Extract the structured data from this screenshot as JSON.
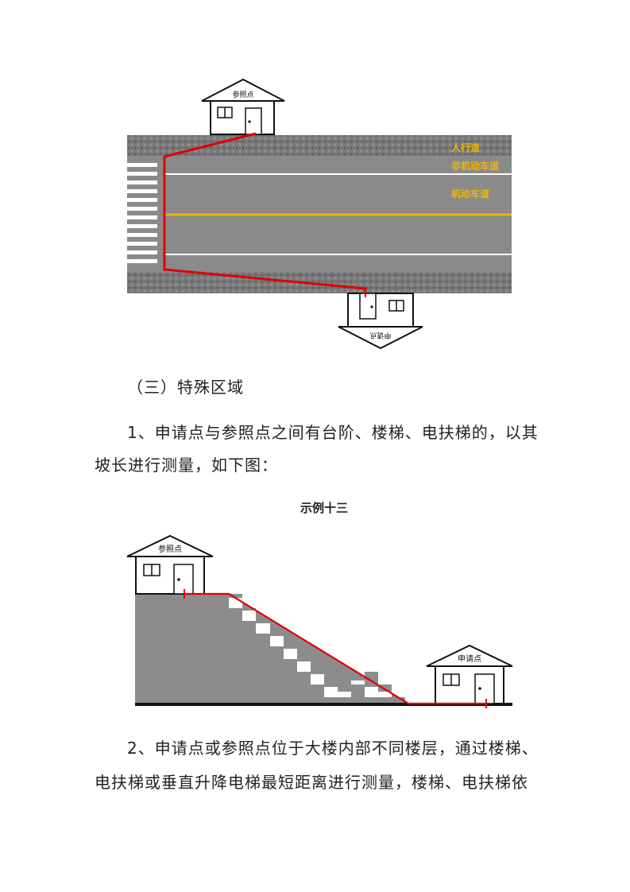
{
  "figure1": {
    "reference_house_label": "参照点",
    "applicant_house_label": "申请点",
    "lane_sidewalk": "人行道",
    "lane_nonmotor": "非机动车道",
    "lane_motor": "机动车道"
  },
  "section_heading": "（三）特殊区域",
  "paragraph1_line1": "1、申请点与参照点之间有台阶、楼梯、电扶梯的，以其",
  "paragraph1_line2": "坡长进行测量，如下图：",
  "figure2": {
    "caption": "示例十三",
    "reference_house_label": "参照点",
    "applicant_house_label": "申请点"
  },
  "paragraph2_line1": "2、申请点或参照点位于大楼内部不同楼层，通过楼梯、",
  "paragraph2_line2": "电扶梯或垂直升降电梯最短距离进行测量，楼梯、电扶梯依",
  "colors": {
    "road": "#8a8a8a",
    "pavement": "#6e6e6e",
    "measure_line": "#e00000",
    "lane_label": "#f0b400",
    "stairs": "#8c8c8c"
  }
}
